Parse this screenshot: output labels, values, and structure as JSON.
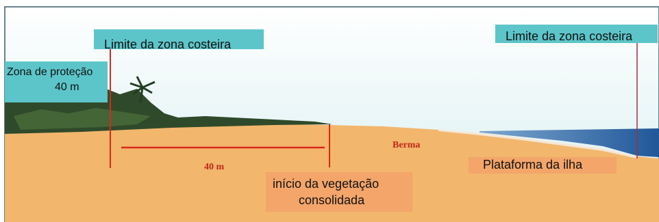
{
  "labels": {
    "coastal_limit_left": "Limite da zona costeira",
    "coastal_limit_right": "Limite da zona costeira",
    "protection_zone_line1": "Zona de proteção",
    "protection_zone_line2": "40 m",
    "distance": "40 m",
    "berm": "Berma",
    "island_platform": "Plataforma da ilha",
    "vegetation_start_line1": "início da vegetação",
    "vegetation_start_line2": "consolidada"
  },
  "colors": {
    "sky": "#d6eef0",
    "sand": "#f2b66d",
    "sea": "#2b63a3",
    "vegetation": "#2f4a2a",
    "marker_line": "#d9281b",
    "teal_label_box": "#5cc5c9",
    "orange_label_box": "#f3a56a",
    "red_text": "#c0281a"
  }
}
